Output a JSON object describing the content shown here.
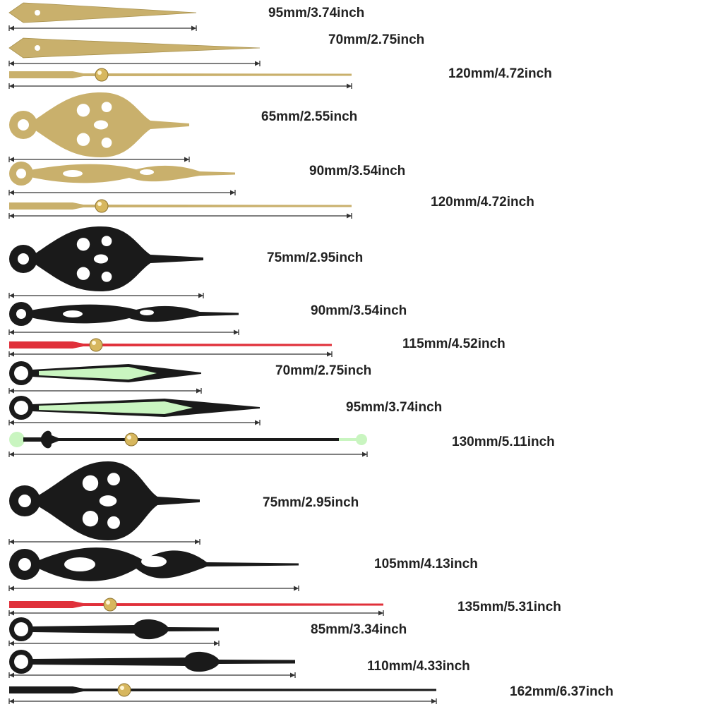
{
  "palette": {
    "gold": "#c9b06c",
    "black": "#1a1a1a",
    "red": "#e0303a",
    "lume": "#c9f5c0",
    "rule": "#333333"
  },
  "hands": [
    {
      "label": "95mm/3.74inch",
      "shape": "spear",
      "color": "gold",
      "icon": "gold-spear-hand-icon"
    },
    {
      "label": "70mm/2.75inch",
      "shape": "spear",
      "color": "gold",
      "icon": "gold-spear-hand-icon"
    },
    {
      "label": "120mm/4.72inch",
      "shape": "second",
      "color": "gold",
      "icon": "gold-second-hand-icon"
    },
    {
      "label": "65mm/2.55inch",
      "shape": "ornate",
      "color": "gold",
      "icon": "gold-ornate-hand-icon"
    },
    {
      "label": "90mm/3.54inch",
      "shape": "scroll",
      "color": "gold",
      "icon": "gold-scroll-hand-icon"
    },
    {
      "label": "120mm/4.72inch",
      "shape": "second",
      "color": "gold",
      "icon": "gold-second-hand-icon"
    },
    {
      "label": "75mm/2.95inch",
      "shape": "ornate",
      "color": "black",
      "icon": "black-ornate-hand-icon"
    },
    {
      "label": "90mm/3.54inch",
      "shape": "scroll",
      "color": "black",
      "icon": "black-scroll-hand-icon"
    },
    {
      "label": "115mm/4.52inch",
      "shape": "second",
      "color": "red",
      "icon": "red-second-hand-icon"
    },
    {
      "label": "70mm/2.75inch",
      "shape": "lume",
      "color": "black",
      "icon": "luminous-hand-icon"
    },
    {
      "label": "95mm/3.74inch",
      "shape": "lume",
      "color": "black",
      "icon": "luminous-hand-icon"
    },
    {
      "label": "130mm/5.11inch",
      "shape": "lume-second",
      "color": "black",
      "icon": "luminous-second-hand-icon"
    },
    {
      "label": "75mm/2.95inch",
      "shape": "ornate-large",
      "color": "black",
      "icon": "black-filigree-hand-icon"
    },
    {
      "label": "105mm/4.13inch",
      "shape": "scroll-large",
      "color": "black",
      "icon": "black-swirl-hand-icon"
    },
    {
      "label": "135mm/5.31inch",
      "shape": "second",
      "color": "red",
      "icon": "red-second-hand-icon"
    },
    {
      "label": "85mm/3.34inch",
      "shape": "leaf",
      "color": "black",
      "icon": "black-leaf-hand-icon"
    },
    {
      "label": "110mm/4.33inch",
      "shape": "leaf",
      "color": "black",
      "icon": "black-leaf-hand-icon"
    },
    {
      "label": "162mm/6.37inch",
      "shape": "second",
      "color": "black",
      "icon": "black-second-hand-icon"
    }
  ]
}
